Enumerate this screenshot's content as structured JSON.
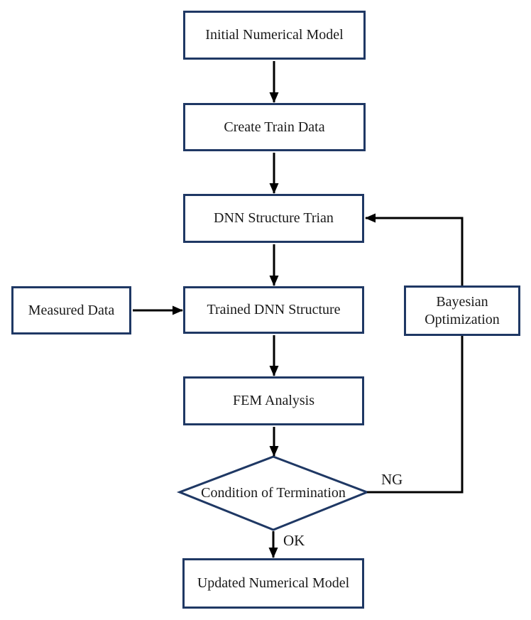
{
  "diagram": {
    "type": "flowchart",
    "nodes": {
      "initial_model": {
        "label": "Initial Numerical Model",
        "shape": "rect"
      },
      "create_train_data": {
        "label": "Create Train Data",
        "shape": "rect"
      },
      "dnn_structure_trian": {
        "label": "DNN Structure Trian",
        "shape": "rect"
      },
      "trained_dnn_structure": {
        "label": "Trained DNN Structure",
        "shape": "rect"
      },
      "measured_data": {
        "label": "Measured Data",
        "shape": "rect"
      },
      "bayesian_optimization": {
        "label": "Bayesian Optimization",
        "shape": "rect"
      },
      "fem_analysis": {
        "label": "FEM Analysis",
        "shape": "rect"
      },
      "condition_of_termination": {
        "label": "Condition of Termination",
        "shape": "diamond"
      },
      "updated_model": {
        "label": "Updated Numerical Model",
        "shape": "rect"
      }
    },
    "edges": [
      {
        "from": "initial_model",
        "to": "create_train_data"
      },
      {
        "from": "create_train_data",
        "to": "dnn_structure_trian"
      },
      {
        "from": "dnn_structure_trian",
        "to": "trained_dnn_structure"
      },
      {
        "from": "measured_data",
        "to": "trained_dnn_structure"
      },
      {
        "from": "trained_dnn_structure",
        "to": "fem_analysis"
      },
      {
        "from": "fem_analysis",
        "to": "condition_of_termination"
      },
      {
        "from": "condition_of_termination",
        "to": "bayesian_optimization",
        "label": "NG"
      },
      {
        "from": "bayesian_optimization",
        "to": "dnn_structure_trian"
      },
      {
        "from": "condition_of_termination",
        "to": "updated_model",
        "label": "OK"
      }
    ],
    "edge_labels": {
      "ng": "NG",
      "ok": "OK"
    },
    "colors": {
      "node_border": "#1f3864",
      "node_fill": "#ffffff",
      "arrow": "#000000",
      "text": "#1a1a1a",
      "background": "#ffffff"
    }
  }
}
